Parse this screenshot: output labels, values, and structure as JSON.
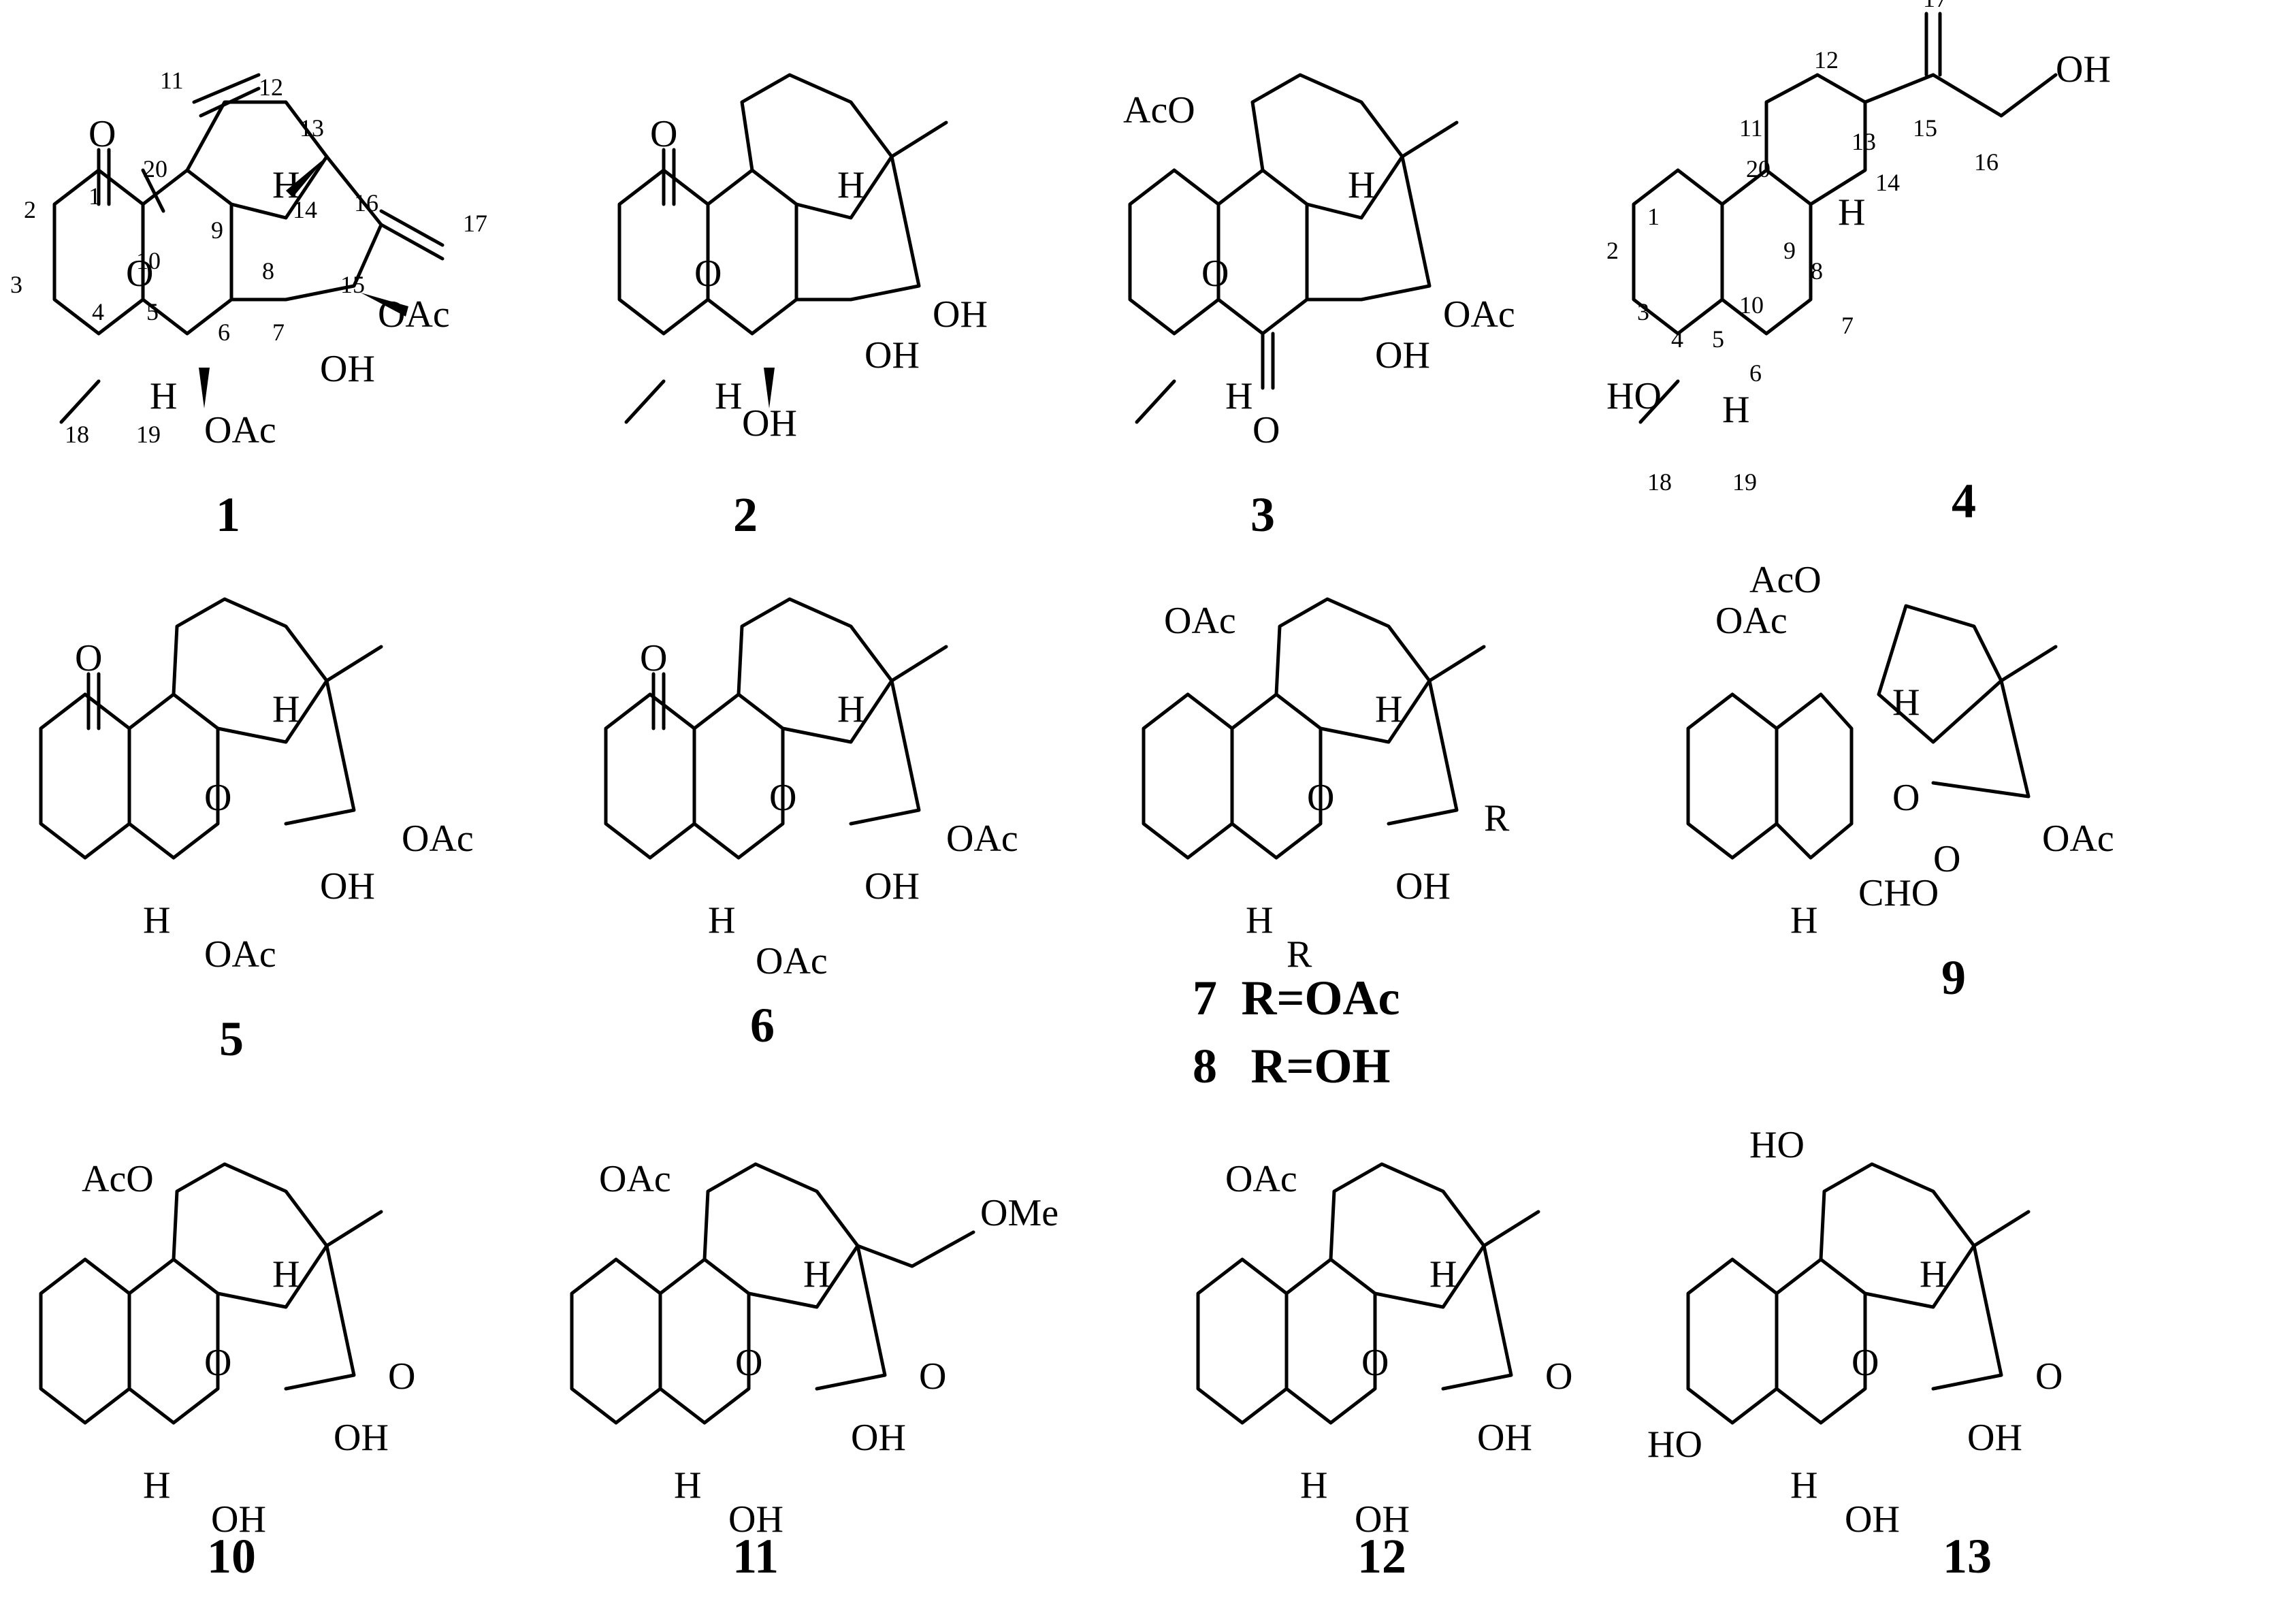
{
  "compounds": [
    {
      "id": "1"
    },
    {
      "id": "2"
    },
    {
      "id": "3"
    },
    {
      "id": "4"
    },
    {
      "id": "5"
    },
    {
      "id": "6"
    },
    {
      "id": "7"
    },
    {
      "id": "9"
    },
    {
      "id": "10"
    },
    {
      "id": "11"
    },
    {
      "id": "12"
    },
    {
      "id": "13"
    }
  ],
  "compound_8": {
    "id": "8"
  },
  "labels": {
    "r_oac": "R=OAc",
    "r_oh": "R=OH",
    "o": "O",
    "oac": "OAc",
    "aco": "AcO",
    "oh": "OH",
    "ho": "HO",
    "h": "H",
    "cho": "CHO",
    "ome": "OMe",
    "r": "R"
  },
  "numbering": {
    "c1": "1",
    "c2": "2",
    "c3": "3",
    "c4": "4",
    "c5": "5",
    "c6": "6",
    "c7": "7",
    "c8": "8",
    "c9": "9",
    "c10": "10",
    "c11": "11",
    "c12": "12",
    "c13": "13",
    "c14": "14",
    "c15": "15",
    "c16": "16",
    "c17": "17",
    "c18": "18",
    "c19": "19",
    "c20": "20"
  }
}
